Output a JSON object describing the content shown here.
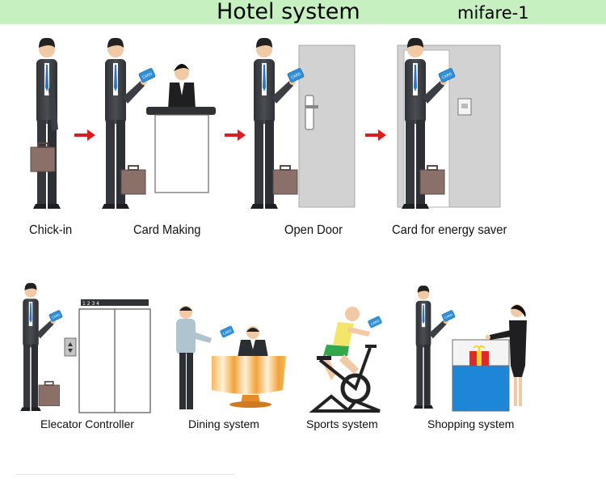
{
  "header": {
    "title": "Hotel system",
    "subtitle": "mifare-1",
    "color": "#c6f0c0"
  },
  "card_text": "CARD",
  "elevator_floors": "1 2 3 4",
  "steps": [
    {
      "label": "Chick-in",
      "icon": "businessman-with-briefcase"
    },
    {
      "label": "Card Making",
      "icon": "reception-desk"
    },
    {
      "label": "Open Door",
      "icon": "door-lock"
    },
    {
      "label": "Card for energy saver",
      "icon": "energy-saver-switch"
    }
  ],
  "systems": [
    {
      "label": "Elecator Controller",
      "icon": "elevator"
    },
    {
      "label": "Dining system",
      "icon": "dining-table"
    },
    {
      "label": "Sports system",
      "icon": "exercise-bike"
    },
    {
      "label": "Shopping system",
      "icon": "shop-counter"
    }
  ],
  "colors": {
    "suit": "#3b3e42",
    "arrow": "#d81e1e",
    "card": "#2f8fd8",
    "door": "#d2d2d2",
    "briefcase": "#8a7068",
    "tablecloth": "#f0a040",
    "shop_counter": "#1e86d6"
  }
}
